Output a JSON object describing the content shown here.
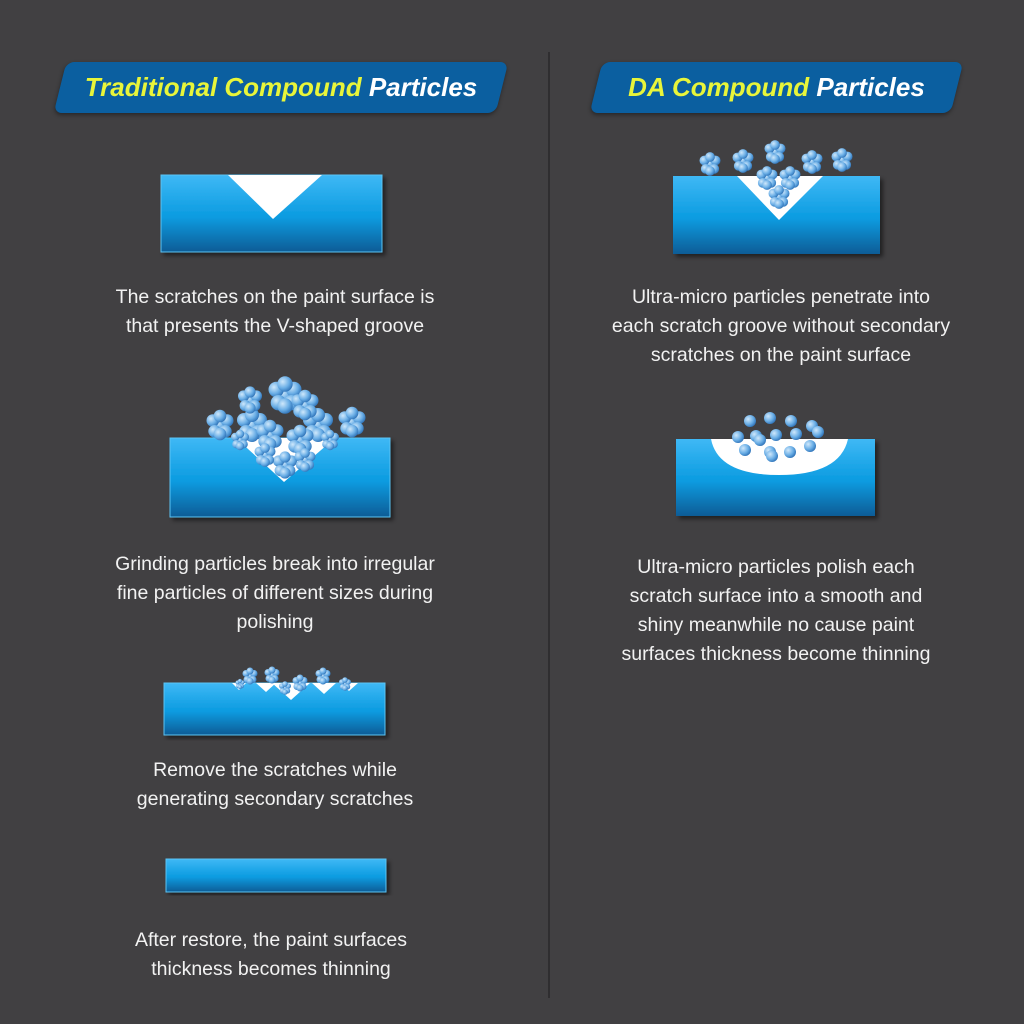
{
  "left": {
    "title_highlight": "Traditional Compound",
    "title_rest": "Particles",
    "captions": [
      [
        "The scratches on the paint surface is",
        "that presents the V-shaped groove"
      ],
      [
        "Grinding particles break into irregular",
        "fine particles of different sizes during",
        "polishing"
      ],
      [
        "Remove the scratches while",
        "generating secondary scratches"
      ],
      [
        "After restore, the paint surfaces",
        "thickness becomes thinning"
      ]
    ]
  },
  "right": {
    "title_highlight": "DA Compound",
    "title_rest": "Particles",
    "captions": [
      [
        "Ultra-micro particles penetrate into",
        "each scratch groove without secondary",
        "scratches on the paint surface"
      ],
      [
        "Ultra-micro particles polish each",
        "scratch surface into a smooth and",
        "shiny meanwhile no cause paint",
        "surfaces thickness become thinning"
      ]
    ]
  },
  "colors": {
    "background": "#414042",
    "banner": "#0b5fa0",
    "highlight": "#e8f53a",
    "paint_top": "#3fb8f5",
    "paint_bottom": "#0a5c96"
  }
}
